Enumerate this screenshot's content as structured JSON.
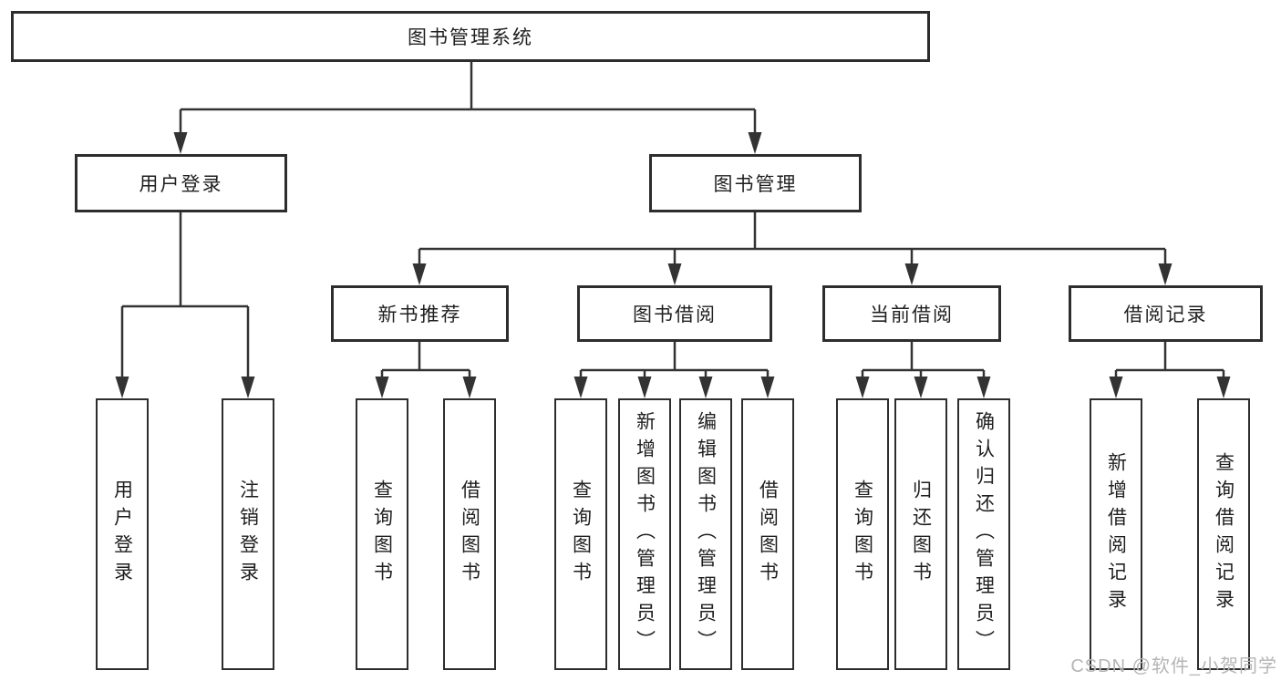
{
  "nodes": {
    "root": {
      "label": "图书管理系统"
    },
    "user_login": {
      "label": "用户登录"
    },
    "book_mgmt": {
      "label": "图书管理"
    },
    "new_book_rec": {
      "label": "新书推荐"
    },
    "book_borrow": {
      "label": "图书借阅"
    },
    "current_borrow": {
      "label": "当前借阅"
    },
    "borrow_records": {
      "label": "借阅记录"
    }
  },
  "leaves": {
    "user_login": [
      "用户登录",
      "注销登录"
    ],
    "new_book_rec": [
      "查询图书",
      "借阅图书"
    ],
    "book_borrow": [
      "查询图书",
      "新增图书（管理员）",
      "编辑图书（管理员）",
      "借阅图书"
    ],
    "current_borrow": [
      "查询图书",
      "归还图书",
      "确认归还（管理员）"
    ],
    "borrow_records": [
      "新增借阅记录",
      "查询借阅记录"
    ]
  },
  "watermark": {
    "text": "CSDN @软件_小贺同学"
  },
  "colors": {
    "line": "#333333",
    "box_border": "#2d2d2d",
    "text": "#1f1f1f",
    "background": "#ffffff",
    "watermark_text": "#b5b5b5"
  }
}
